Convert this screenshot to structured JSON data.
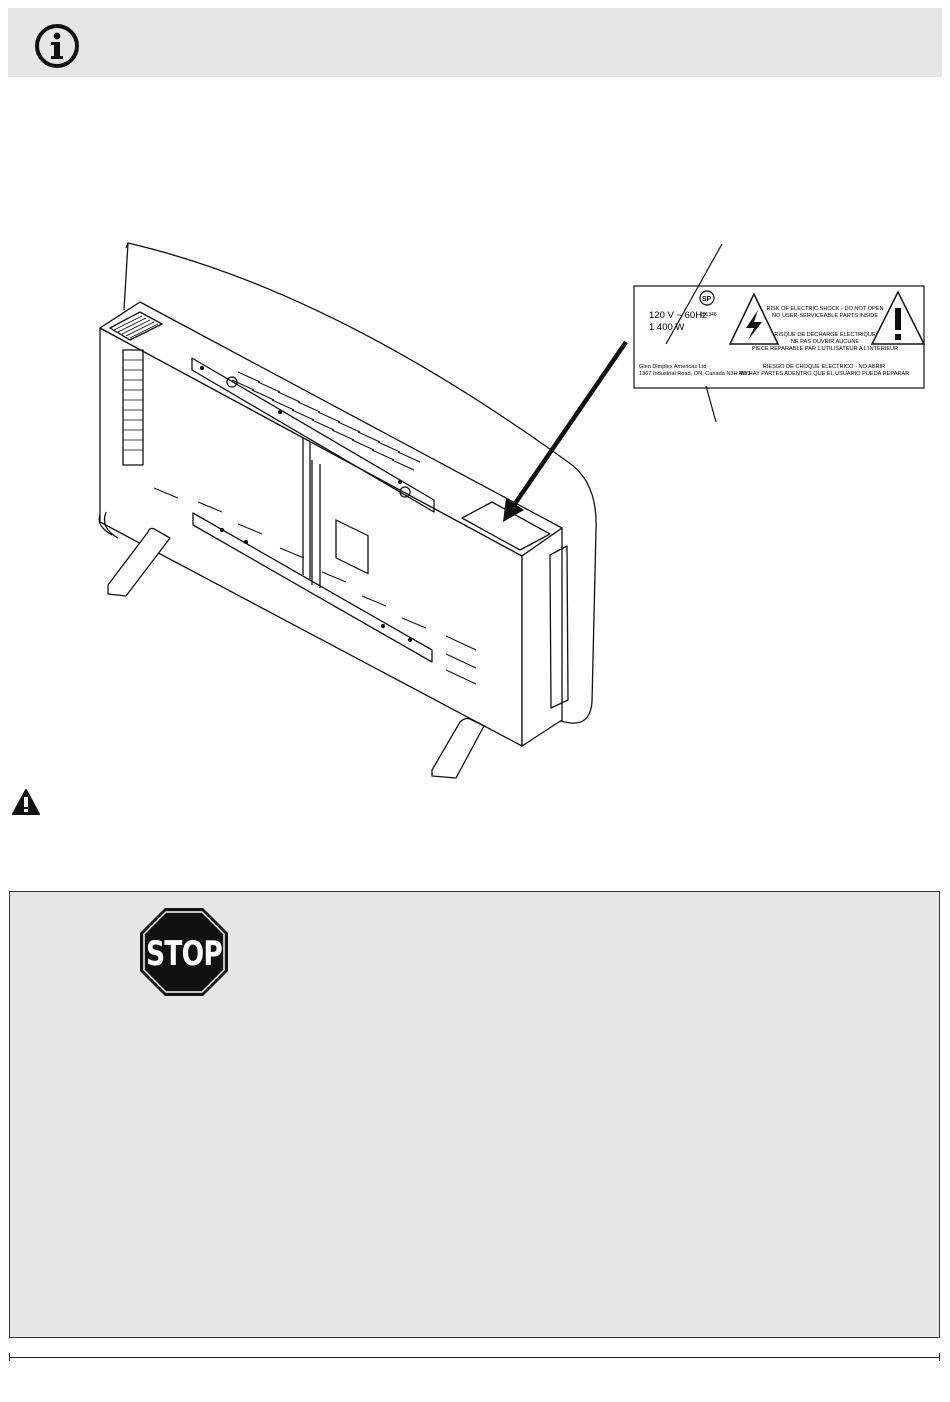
{
  "label": {
    "line_voltage": "120 V ~ 60Hz",
    "line_power": "1 400 W",
    "cert_number": "201346",
    "en_warning_1": "RISK OF ELECTRIC SHOCK - DO NOT OPEN",
    "en_warning_2": "NO USER-SERVICEABLE PARTS INSIDE",
    "fr_warning_1": "RISQUE DE DECHARGE ELECTRIQUE",
    "fr_warning_2": "NE PAS OUVRIR AUCUNE",
    "fr_warning_3": "PIECE REPARABLE PAR L'UTILISATEUR A L'INTERIEUR",
    "company": "Glen Dimplex Americas Ltd",
    "address": "1367 Industrial Road, ON, Canada N3H 4W3",
    "es_warning_1": "RIESGO DE CHOQUE ELECTRICO - NO ABRIR",
    "es_warning_2": "NO HAY PARTES ADENTRO QUE EL USUARIO PUEDA REPARAR"
  },
  "stop_sign_text": "STOP",
  "icons": {
    "info": "info-circle-icon",
    "warning": "warning-triangle-icon",
    "stop": "stop-sign-icon"
  },
  "colors": {
    "panel_gray": "#e6e6e6",
    "stop_fill": "#111111"
  }
}
